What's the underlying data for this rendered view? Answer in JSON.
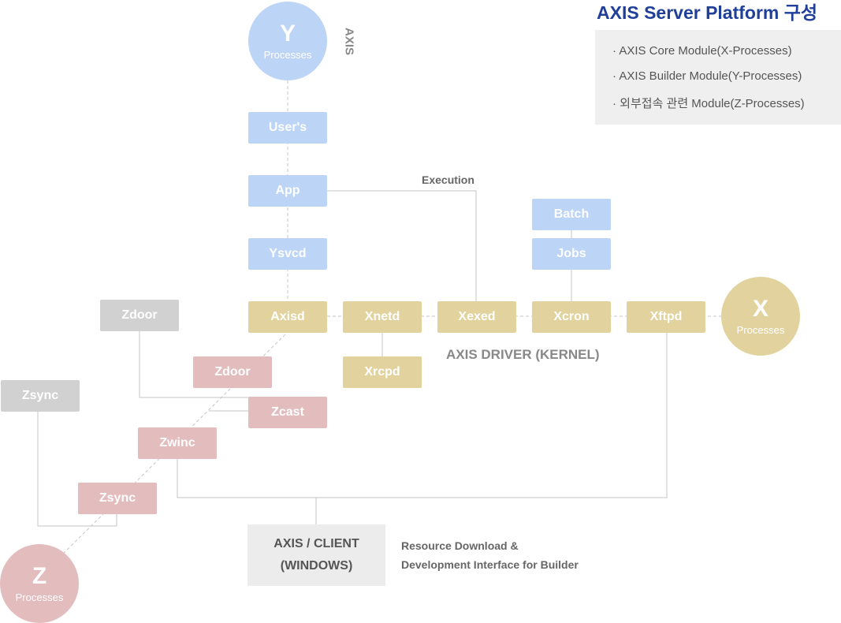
{
  "title": "AXIS Server Platform 구성",
  "legend_items": [
    "· AXIS Core Module(X-Processes)",
    "· AXIS Builder Module(Y-Processes)",
    "· 외부접속 관련 Module(Z-Processes)"
  ],
  "axis_vertical_label": "AXIS",
  "execution_label": "Execution",
  "driver_label": "AXIS DRIVER (KERNEL)",
  "circles": {
    "y": {
      "letter": "Y",
      "text": "Processes"
    },
    "x": {
      "letter": "X",
      "text": "Processes"
    },
    "z": {
      "letter": "Z",
      "text": "Processes"
    }
  },
  "nodes": {
    "users": "User's",
    "app": "App",
    "ysvcd": "Ysvcd",
    "batch": "Batch",
    "jobs": "Jobs",
    "axisd": "Axisd",
    "xnetd": "Xnetd",
    "xexed": "Xexed",
    "xcron": "Xcron",
    "xftpd": "Xftpd",
    "xrcpd": "Xrcpd",
    "zdoor_gray": "Zdoor",
    "zdoor": "Zdoor",
    "zcast": "Zcast",
    "zwinc": "Zwinc",
    "zsync_gray": "Zsync",
    "zsync": "Zsync"
  },
  "client": {
    "line1": "AXIS / CLIENT",
    "line2": "(WINDOWS)"
  },
  "client_note": {
    "line1": "Resource Download &",
    "line2": "Development Interface for Builder"
  },
  "colors": {
    "title": "#1f3f99",
    "y_blue": "#bcd4f6",
    "x_gold": "#e2d39e",
    "z_pink": "#e3bcbd",
    "gray": "#d1d1d1"
  }
}
